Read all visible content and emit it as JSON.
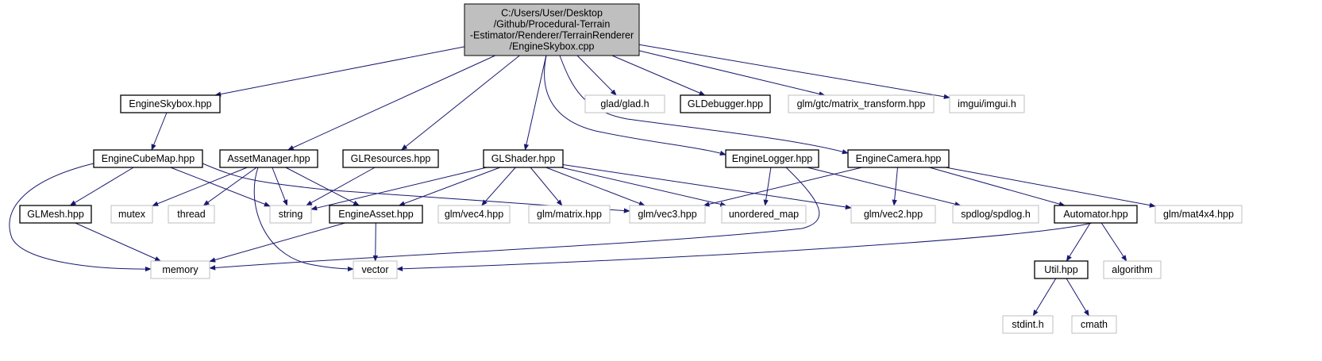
{
  "nodes": [
    {
      "id": "root",
      "kind": "root",
      "lines": [
        "C:/Users/User/Desktop",
        "/Github/Procedural-Terrain",
        "-Estimator/Renderer/TerrainRenderer",
        "/EngineSkybox.cpp"
      ]
    },
    {
      "id": "engineskybox_hpp",
      "kind": "internal",
      "lines": [
        "EngineSkybox.hpp"
      ]
    },
    {
      "id": "assetmanager_hpp",
      "kind": "internal",
      "lines": [
        "AssetManager.hpp"
      ]
    },
    {
      "id": "glresources_hpp",
      "kind": "internal",
      "lines": [
        "GLResources.hpp"
      ]
    },
    {
      "id": "glshader_hpp",
      "kind": "internal",
      "lines": [
        "GLShader.hpp"
      ]
    },
    {
      "id": "glad_h",
      "kind": "external",
      "lines": [
        "glad/glad.h"
      ]
    },
    {
      "id": "gldebugger_hpp",
      "kind": "internal",
      "lines": [
        "GLDebugger.hpp"
      ]
    },
    {
      "id": "matrix_transform_hpp",
      "kind": "external",
      "lines": [
        "glm/gtc/matrix_transform.hpp"
      ]
    },
    {
      "id": "imgui_h",
      "kind": "external",
      "lines": [
        "imgui/imgui.h"
      ]
    },
    {
      "id": "enginelogger_hpp",
      "kind": "internal",
      "lines": [
        "EngineLogger.hpp"
      ]
    },
    {
      "id": "enginecamera_hpp",
      "kind": "internal",
      "lines": [
        "EngineCamera.hpp"
      ]
    },
    {
      "id": "enginecubemap_hpp",
      "kind": "internal",
      "lines": [
        "EngineCubeMap.hpp"
      ]
    },
    {
      "id": "glmesh_hpp",
      "kind": "internal",
      "lines": [
        "GLMesh.hpp"
      ]
    },
    {
      "id": "mutex",
      "kind": "external",
      "lines": [
        "mutex"
      ]
    },
    {
      "id": "thread",
      "kind": "external",
      "lines": [
        "thread"
      ]
    },
    {
      "id": "string",
      "kind": "external",
      "lines": [
        "string"
      ]
    },
    {
      "id": "engineasset_hpp",
      "kind": "internal",
      "lines": [
        "EngineAsset.hpp"
      ]
    },
    {
      "id": "vec4_hpp",
      "kind": "external",
      "lines": [
        "glm/vec4.hpp"
      ]
    },
    {
      "id": "matrix_hpp",
      "kind": "external",
      "lines": [
        "glm/matrix.hpp"
      ]
    },
    {
      "id": "vec3_hpp",
      "kind": "external",
      "lines": [
        "glm/vec3.hpp"
      ]
    },
    {
      "id": "unordered_map",
      "kind": "external",
      "lines": [
        "unordered_map"
      ]
    },
    {
      "id": "vec2_hpp",
      "kind": "external",
      "lines": [
        "glm/vec2.hpp"
      ]
    },
    {
      "id": "spdlog_h",
      "kind": "external",
      "lines": [
        "spdlog/spdlog.h"
      ]
    },
    {
      "id": "automator_hpp",
      "kind": "internal",
      "lines": [
        "Automator.hpp"
      ]
    },
    {
      "id": "mat4x4_hpp",
      "kind": "external",
      "lines": [
        "glm/mat4x4.hpp"
      ]
    },
    {
      "id": "memory",
      "kind": "external",
      "lines": [
        "memory"
      ]
    },
    {
      "id": "vector",
      "kind": "external",
      "lines": [
        "vector"
      ]
    },
    {
      "id": "util_hpp",
      "kind": "internal",
      "lines": [
        "Util.hpp"
      ]
    },
    {
      "id": "algorithm",
      "kind": "external",
      "lines": [
        "algorithm"
      ]
    },
    {
      "id": "stdint_h",
      "kind": "external",
      "lines": [
        "stdint.h"
      ]
    },
    {
      "id": "cmath",
      "kind": "external",
      "lines": [
        "cmath"
      ]
    }
  ],
  "edges": [
    [
      "root",
      "engineskybox_hpp"
    ],
    [
      "root",
      "assetmanager_hpp"
    ],
    [
      "root",
      "glresources_hpp"
    ],
    [
      "root",
      "glshader_hpp"
    ],
    [
      "root",
      "glad_h"
    ],
    [
      "root",
      "gldebugger_hpp"
    ],
    [
      "root",
      "matrix_transform_hpp"
    ],
    [
      "root",
      "imgui_h"
    ],
    [
      "root",
      "enginelogger_hpp"
    ],
    [
      "root",
      "enginecamera_hpp"
    ],
    [
      "engineskybox_hpp",
      "enginecubemap_hpp"
    ],
    [
      "enginecubemap_hpp",
      "glmesh_hpp"
    ],
    [
      "enginecubemap_hpp",
      "string"
    ],
    [
      "enginecubemap_hpp",
      "vec3_hpp"
    ],
    [
      "enginecubemap_hpp",
      "memory"
    ],
    [
      "assetmanager_hpp",
      "mutex"
    ],
    [
      "assetmanager_hpp",
      "thread"
    ],
    [
      "assetmanager_hpp",
      "string"
    ],
    [
      "assetmanager_hpp",
      "engineasset_hpp"
    ],
    [
      "assetmanager_hpp",
      "vector"
    ],
    [
      "glresources_hpp",
      "string"
    ],
    [
      "glshader_hpp",
      "string"
    ],
    [
      "glshader_hpp",
      "engineasset_hpp"
    ],
    [
      "glshader_hpp",
      "vec4_hpp"
    ],
    [
      "glshader_hpp",
      "matrix_hpp"
    ],
    [
      "glshader_hpp",
      "vec3_hpp"
    ],
    [
      "glshader_hpp",
      "unordered_map"
    ],
    [
      "glshader_hpp",
      "vec2_hpp"
    ],
    [
      "enginelogger_hpp",
      "unordered_map"
    ],
    [
      "enginelogger_hpp",
      "spdlog_h"
    ],
    [
      "enginelogger_hpp",
      "memory"
    ],
    [
      "enginecamera_hpp",
      "vec3_hpp"
    ],
    [
      "enginecamera_hpp",
      "vec2_hpp"
    ],
    [
      "enginecamera_hpp",
      "automator_hpp"
    ],
    [
      "enginecamera_hpp",
      "mat4x4_hpp"
    ],
    [
      "glmesh_hpp",
      "memory"
    ],
    [
      "engineasset_hpp",
      "memory"
    ],
    [
      "engineasset_hpp",
      "vector"
    ],
    [
      "automator_hpp",
      "vector"
    ],
    [
      "automator_hpp",
      "util_hpp"
    ],
    [
      "automator_hpp",
      "algorithm"
    ],
    [
      "util_hpp",
      "stdint_h"
    ],
    [
      "util_hpp",
      "cmath"
    ]
  ],
  "colors": {
    "edge": "#191970",
    "root_fill": "#bfbfbf",
    "internal_border": "#000000",
    "external_border": "#bfbfbf"
  }
}
